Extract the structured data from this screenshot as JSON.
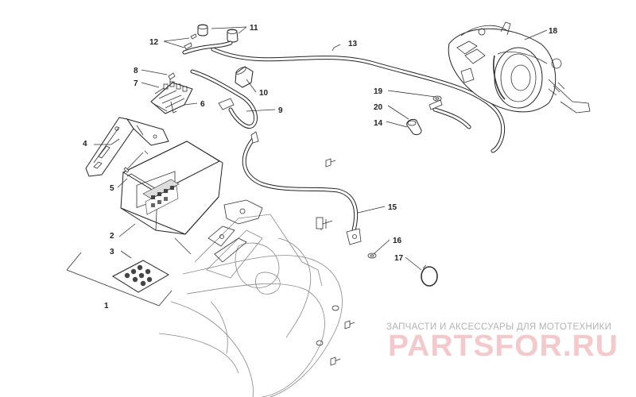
{
  "callouts": [
    "1",
    "2",
    "3",
    "4",
    "5",
    "6",
    "7",
    "8",
    "9",
    "10",
    "11",
    "12",
    "13",
    "14",
    "15",
    "16",
    "17",
    "18",
    "19",
    "20"
  ],
  "watermark": {
    "subtitle": "ЗАПЧАСТИ И АКСЕССУАРЫ ДЛЯ МОТОТЕХНИКИ",
    "brand": "PARTSFOR.RU"
  }
}
